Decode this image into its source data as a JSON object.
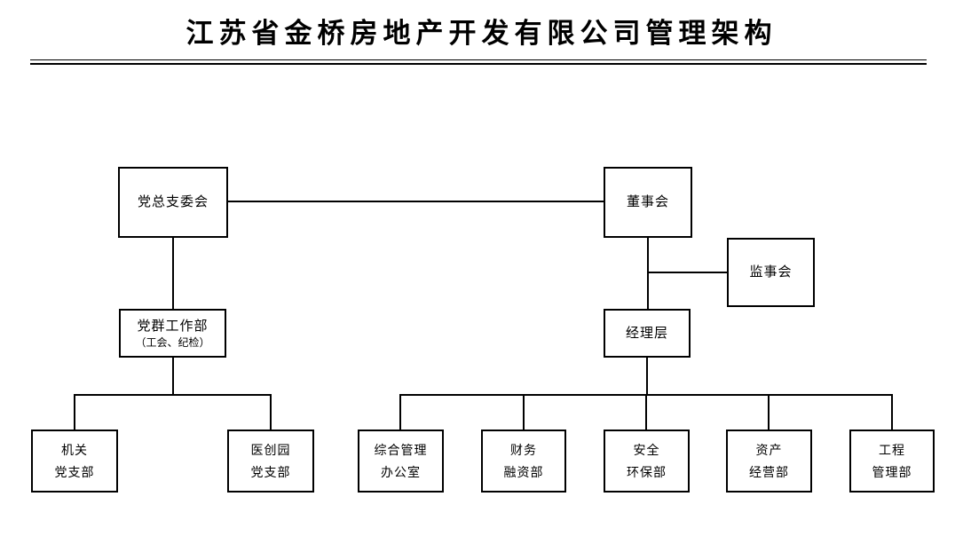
{
  "title": "江苏省金桥房地产开发有限公司管理架构",
  "chart": {
    "type": "org-chart",
    "nodes": {
      "party_committee": {
        "label": "党总支委会"
      },
      "board": {
        "label": "董事会"
      },
      "supervisory": {
        "label": "监事会"
      },
      "party_work": {
        "label": "党群工作部",
        "subtitle": "（工会、纪检）"
      },
      "management": {
        "label": "经理层"
      },
      "organ_branch": {
        "line1": "机关",
        "line2": "党支部"
      },
      "park_branch": {
        "line1": "医创园",
        "line2": "党支部"
      },
      "general_office": {
        "line1": "综合管理",
        "line2": "办公室"
      },
      "finance_dept": {
        "line1": "财务",
        "line2": "融资部"
      },
      "safety_dept": {
        "line1": "安全",
        "line2": "环保部"
      },
      "asset_dept": {
        "line1": "资产",
        "line2": "经营部"
      },
      "engineering_dept": {
        "line1": "工程",
        "line2": "管理部"
      }
    },
    "edges": [
      "党总支委会—董事会",
      "党总支委会—党群工作部",
      "董事会—监事会",
      "董事会—经理层",
      "党群工作部—机关党支部",
      "党群工作部—医创园党支部",
      "经理层—综合管理办公室",
      "经理层—财务融资部",
      "经理层—安全环保部",
      "经理层—资产经营部",
      "经理层—工程管理部"
    ],
    "colors": {
      "line": "#000000",
      "text": "#000000",
      "background": "#ffffff"
    }
  }
}
